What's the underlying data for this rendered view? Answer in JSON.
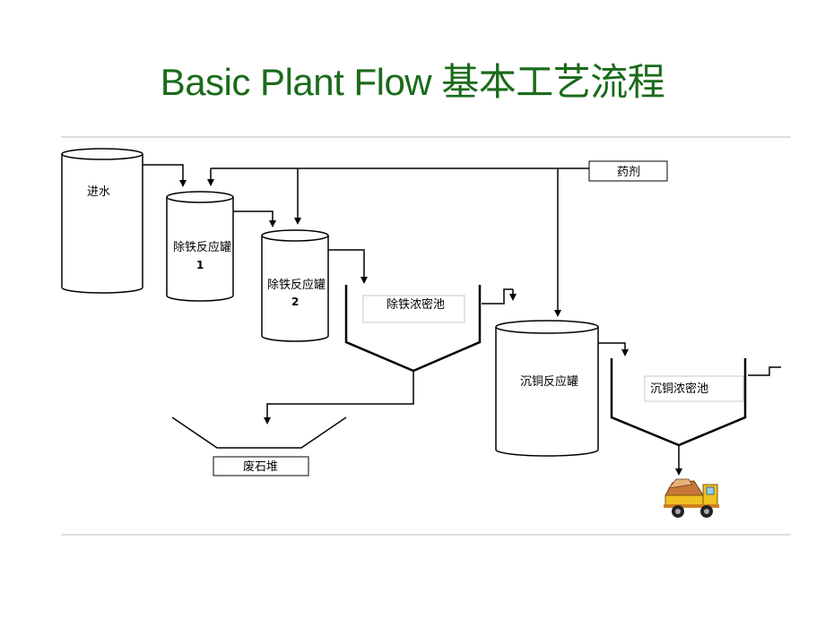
{
  "title": "Basic Plant Flow 基本工艺流程",
  "nodes": {
    "inlet": "进水",
    "iron_tank_1": "除铁反应罐",
    "iron_tank_1_num": "1",
    "iron_tank_2": "除铁反应罐",
    "iron_tank_2_num": "2",
    "iron_thickener": "除铁浓密池",
    "reagent": "药剂",
    "copper_tank": "沉铜反应罐",
    "copper_thickener": "沉铜浓密池",
    "waste_pile": "废石堆"
  },
  "icons": {
    "truck": "dump-truck-icon"
  }
}
